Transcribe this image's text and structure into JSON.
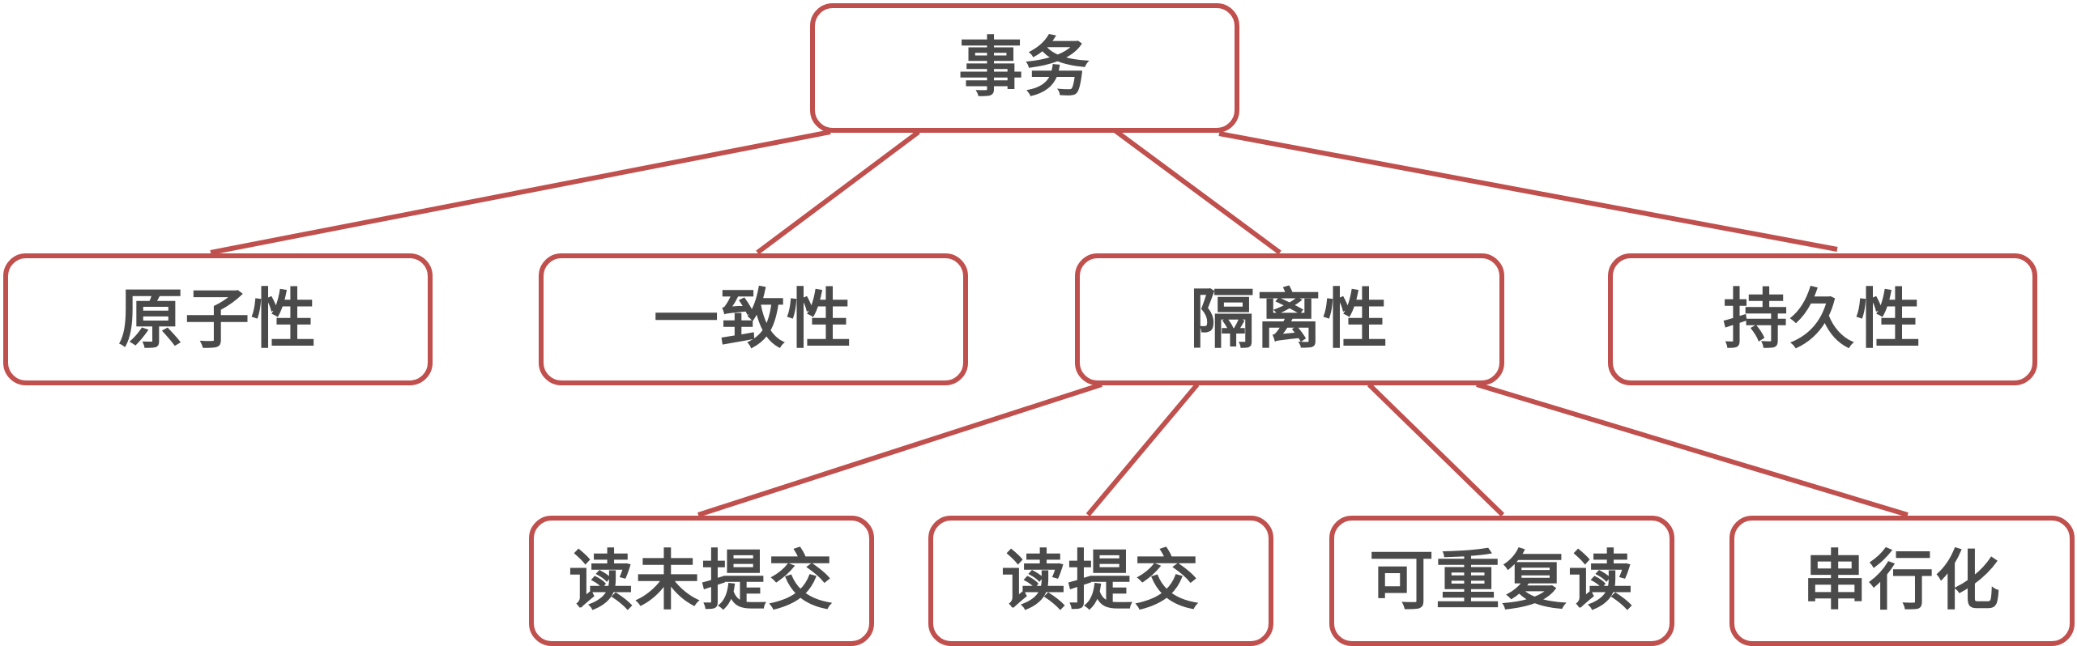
{
  "root": {
    "label": "事务"
  },
  "properties": [
    {
      "label": "原子性"
    },
    {
      "label": "一致性"
    },
    {
      "label": "隔离性"
    },
    {
      "label": "持久性"
    }
  ],
  "isolation_levels": [
    {
      "label": "读未提交"
    },
    {
      "label": "读提交"
    },
    {
      "label": "可重复读"
    },
    {
      "label": "串行化"
    }
  ],
  "colors": {
    "border": "#c0504d",
    "text": "#4a4a4a"
  }
}
